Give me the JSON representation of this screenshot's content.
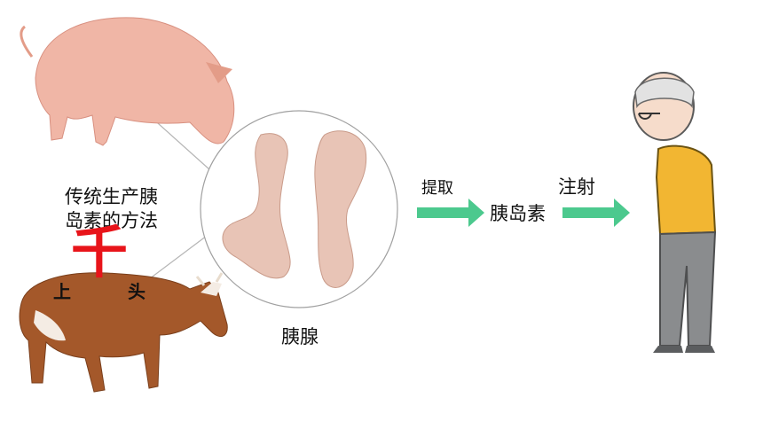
{
  "labels": {
    "method_line1": "传统生产胰",
    "method_line2": "岛素的方法",
    "char_upper_left": "上",
    "char_center": "千",
    "char_upper_right": "头",
    "pancreas": "胰腺",
    "extract": "提取",
    "insulin": "胰岛素",
    "inject": "注射"
  },
  "colors": {
    "arrow": "#4cc98e",
    "big_char": "#e8141a",
    "pig": "#f0b6a6",
    "cow": "#a4582a",
    "pancreas": "#e8c4b6",
    "shirt": "#f2b632",
    "pants": "#8a8c8e"
  },
  "icons": [
    "pig-image",
    "cow-image",
    "pancreas-image",
    "elderly-man-image",
    "arrow-right-icon"
  ]
}
